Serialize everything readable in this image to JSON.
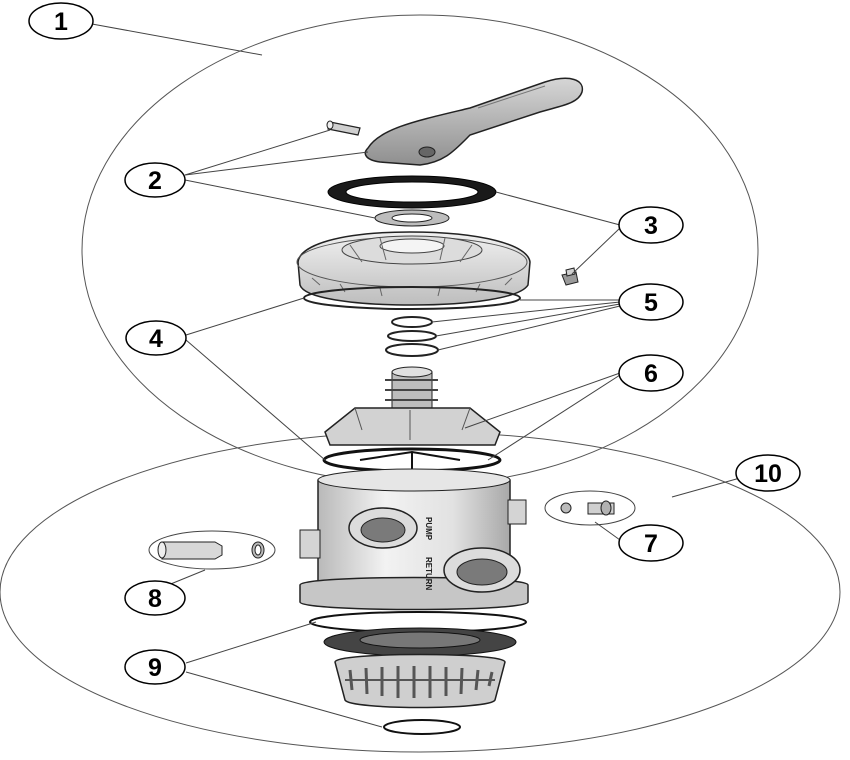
{
  "callouts": [
    {
      "number": "1"
    },
    {
      "number": "2"
    },
    {
      "number": "3"
    },
    {
      "number": "4"
    },
    {
      "number": "5"
    },
    {
      "number": "6"
    },
    {
      "number": "7"
    },
    {
      "number": "8"
    },
    {
      "number": "9"
    },
    {
      "number": "10"
    }
  ],
  "ports": {
    "pump": "PUMP",
    "return": "RETURN"
  },
  "colors": {
    "outline": "#000000",
    "part_light": "#e8e8e8",
    "part_mid": "#c4c4c4",
    "part_dark": "#8a8a8a",
    "gasket": "#1a1a1a"
  }
}
